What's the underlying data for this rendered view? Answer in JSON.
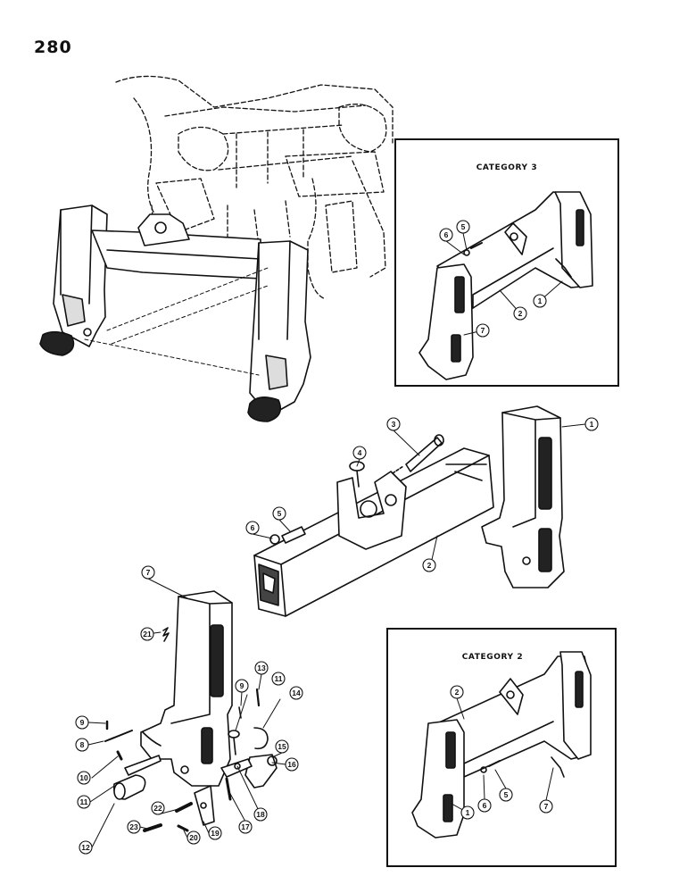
{
  "page_number": "280",
  "insets": {
    "category_3": {
      "title": "CATEGORY 3"
    },
    "category_2": {
      "title": "CATEGORY 2"
    }
  },
  "callouts": [
    {
      "id": "c1-main",
      "label": "1"
    },
    {
      "id": "c2-main",
      "label": "2"
    },
    {
      "id": "c3-main",
      "label": "3"
    },
    {
      "id": "c4-main",
      "label": "4"
    },
    {
      "id": "c5-main",
      "label": "5"
    },
    {
      "id": "c6-main",
      "label": "6"
    },
    {
      "id": "c7-main",
      "label": "7"
    },
    {
      "id": "c8",
      "label": "8"
    },
    {
      "id": "c9a",
      "label": "9"
    },
    {
      "id": "c9b",
      "label": "9"
    },
    {
      "id": "c10",
      "label": "10"
    },
    {
      "id": "c11a",
      "label": "11"
    },
    {
      "id": "c11b",
      "label": "11"
    },
    {
      "id": "c12",
      "label": "12"
    },
    {
      "id": "c13",
      "label": "13"
    },
    {
      "id": "c14",
      "label": "14"
    },
    {
      "id": "c15",
      "label": "15"
    },
    {
      "id": "c16",
      "label": "16"
    },
    {
      "id": "c17",
      "label": "17"
    },
    {
      "id": "c18",
      "label": "18"
    },
    {
      "id": "c19",
      "label": "19"
    },
    {
      "id": "c20",
      "label": "20"
    },
    {
      "id": "c21",
      "label": "21"
    },
    {
      "id": "c22",
      "label": "22"
    },
    {
      "id": "c23",
      "label": "23"
    },
    {
      "id": "c3-1",
      "label": "1"
    },
    {
      "id": "c3-2",
      "label": "2"
    },
    {
      "id": "c3-5",
      "label": "5"
    },
    {
      "id": "c3-6",
      "label": "6"
    },
    {
      "id": "c3-7",
      "label": "7"
    },
    {
      "id": "c2-1",
      "label": "1"
    },
    {
      "id": "c2-2",
      "label": "2"
    },
    {
      "id": "c2-5",
      "label": "5"
    },
    {
      "id": "c2-6",
      "label": "6"
    },
    {
      "id": "c2-7",
      "label": "7"
    }
  ]
}
